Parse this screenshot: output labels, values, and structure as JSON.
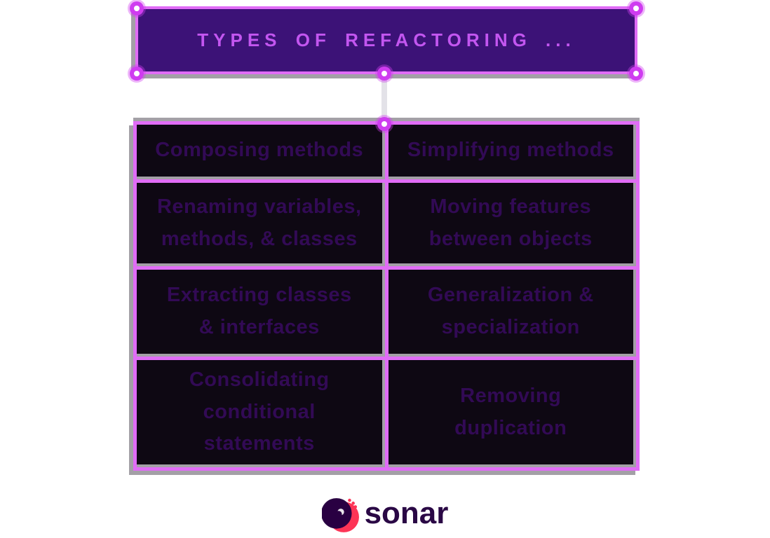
{
  "title_box": {
    "label": "TYPES OF REFACTORING ...",
    "fill": "#3c1277",
    "border_color": "#e06cf6",
    "text_color": "#c356f0"
  },
  "selection": {
    "handle_color": "#cf3cf0",
    "connector_color": "#e3e2e8",
    "shadow_color": "#a3a0a6"
  },
  "table": {
    "grid_color": "#e06cf6",
    "cell_fill": "#0e0813",
    "text_color": "#320a55",
    "rows": [
      {
        "cells": [
          "Composing methods",
          "Simplifying methods"
        ]
      },
      {
        "cells": [
          "Renaming variables,\nmethods, & classes",
          "Moving features\nbetween objects"
        ]
      },
      {
        "cells": [
          "Extracting classes\n& interfaces",
          "Generalization &\nspecialization"
        ]
      },
      {
        "cells": [
          "Consolidating\nconditional\nstatements",
          "Removing\nduplication"
        ]
      }
    ]
  },
  "footer": {
    "brand": "sonar",
    "brand_color": "#290042",
    "accent_color": "#fd3456"
  }
}
